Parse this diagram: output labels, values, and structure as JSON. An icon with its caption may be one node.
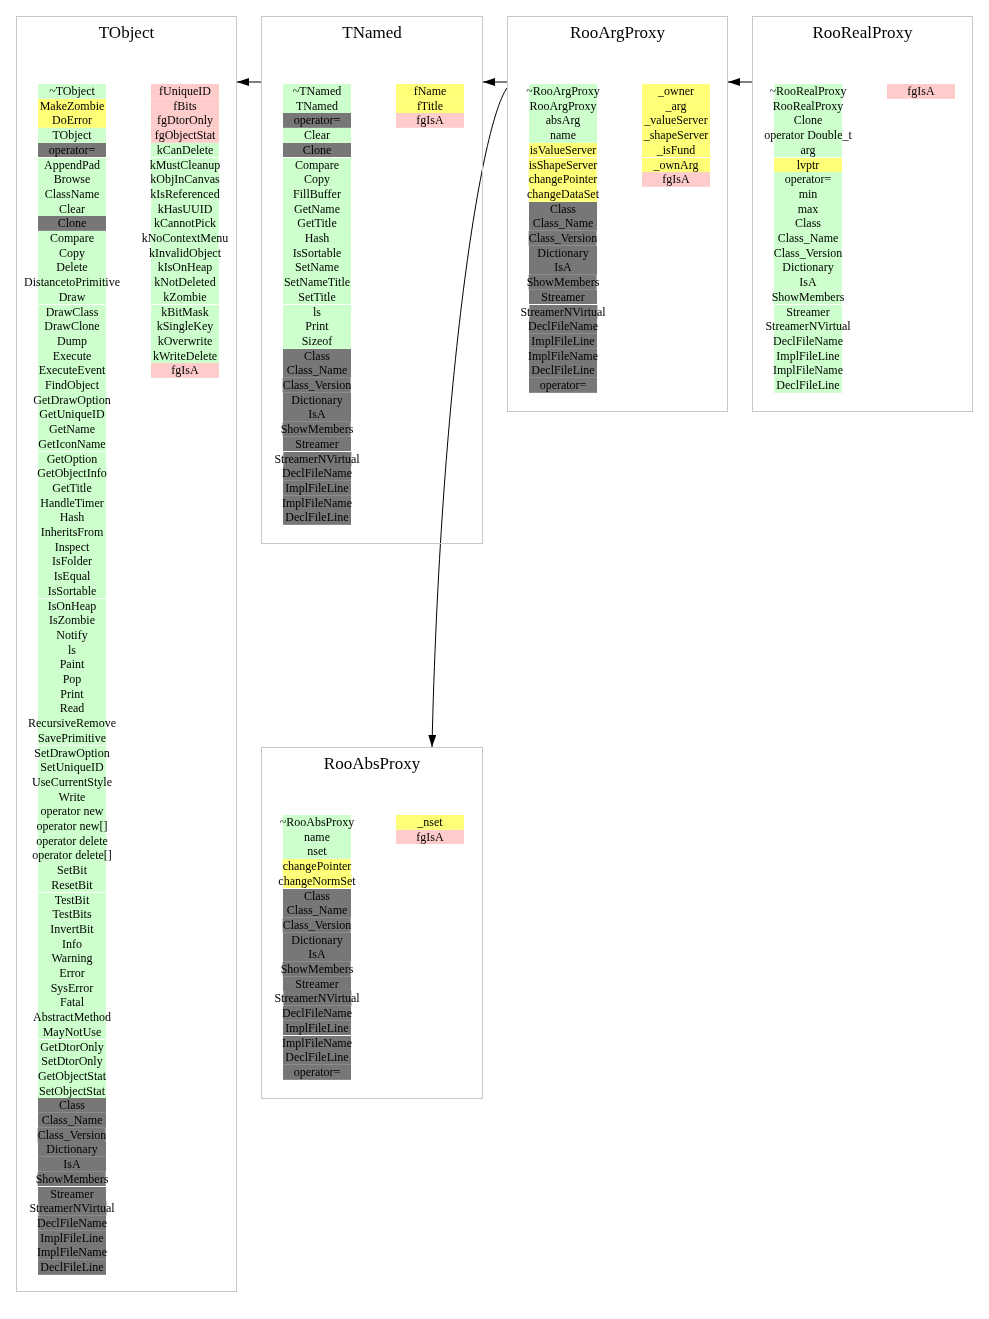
{
  "diagram": {
    "nodes": [
      {
        "text": [
          "TObject"
        ]
      },
      {
        "text": [
          "~TObject"
        ],
        "in": 0
      },
      {
        "text": [
          "MakeZombie"
        ],
        "in": 0
      },
      {
        "text": [
          "DoError"
        ],
        "in": 0
      },
      {
        "text": [
          "TObject"
        ],
        "in": 0
      },
      {
        "text": [
          "operator="
        ],
        "in": 0
      },
      {
        "text": [
          "AppendPad"
        ],
        "in": 0
      },
      {
        "text": [
          "Browse"
        ],
        "in": 0
      },
      {
        "text": [
          "ClassName"
        ],
        "in": 0
      },
      {
        "text": [
          "Clear"
        ],
        "in": 0
      },
      {
        "text": [
          "Clone"
        ],
        "in": 0
      },
      {
        "text": [
          "Compare"
        ],
        "in": 0
      },
      {
        "text": [
          "Copy"
        ],
        "in": 0
      },
      {
        "text": [
          "Delete"
        ],
        "in": 0
      },
      {
        "text": [
          "DistancetoPrimitive"
        ],
        "in": 0
      },
      {
        "text": [
          "Draw"
        ],
        "in": 0
      },
      {
        "text": [
          "DrawClass"
        ],
        "in": 0
      },
      {
        "text": [
          "DrawClone"
        ],
        "in": 0
      },
      {
        "text": [
          "Dump"
        ],
        "in": 0
      },
      {
        "text": [
          "Execute"
        ],
        "in": 0
      },
      {
        "text": [
          "ExecuteEvent"
        ],
        "in": 0
      },
      {
        "text": [
          "FindObject"
        ],
        "in": 0
      },
      {
        "text": [
          "GetDrawOption"
        ],
        "in": 0
      },
      {
        "text": [
          "GetUniqueID"
        ],
        "in": 0
      },
      {
        "text": [
          "GetName"
        ],
        "in": 0
      },
      {
        "text": [
          "GetIconName"
        ],
        "in": 0
      },
      {
        "text": [
          "GetOption"
        ],
        "in": 0
      },
      {
        "text": [
          "GetObjectInfo"
        ],
        "in": 0
      },
      {
        "text": [
          "GetTitle"
        ],
        "in": 0
      },
      {
        "text": [
          "HandleTimer"
        ],
        "in": 0
      },
      {
        "text": [
          "Hash"
        ],
        "in": 0
      },
      {
        "text": [
          "InheritsFrom"
        ],
        "in": 0
      },
      {
        "text": [
          "Inspect"
        ],
        "in": 0
      },
      {
        "text": [
          "IsFolder"
        ],
        "in": 0
      },
      {
        "text": [
          "IsEqual"
        ],
        "in": 0
      },
      {
        "text": [
          "IsSortable"
        ],
        "in": 0
      },
      {
        "text": [
          "IsOnHeap"
        ],
        "in": 0
      },
      {
        "text": [
          "IsZombie"
        ],
        "in": 0
      },
      {
        "text": [
          "Notify"
        ],
        "in": 0
      },
      {
        "text": [
          "ls"
        ],
        "in": 0
      },
      {
        "text": [
          "Paint"
        ],
        "in": 0
      },
      {
        "text": [
          "Pop"
        ],
        "in": 0
      },
      {
        "text": [
          "Print"
        ],
        "in": 0
      },
      {
        "text": [
          "Read"
        ],
        "in": 0
      },
      {
        "text": [
          "RecursiveRemove"
        ],
        "in": 0
      },
      {
        "text": [
          "SavePrimitive"
        ],
        "in": 0
      },
      {
        "text": [
          "SetDrawOption"
        ],
        "in": 0
      },
      {
        "text": [
          "SetUniqueID"
        ],
        "in": 0
      },
      {
        "text": [
          "UseCurrentStyle"
        ],
        "in": 0
      },
      {
        "text": [
          "Write"
        ],
        "in": 0
      },
      {
        "text": [
          "operator new"
        ],
        "in": 0
      },
      {
        "text": [
          "operator new[]"
        ],
        "in": 0
      },
      {
        "text": [
          "operator delete"
        ],
        "in": 0
      },
      {
        "text": [
          "operator delete[]"
        ],
        "in": 0
      },
      {
        "text": [
          "SetBit"
        ],
        "in": 0
      },
      {
        "text": [
          "ResetBit"
        ],
        "in": 0
      },
      {
        "text": [
          "TestBit"
        ],
        "in": 0
      },
      {
        "text": [
          "TestBits"
        ],
        "in": 0
      },
      {
        "text": [
          "InvertBit"
        ],
        "in": 0
      },
      {
        "text": [
          "Info"
        ],
        "in": 0
      },
      {
        "text": [
          "Warning"
        ],
        "in": 0
      },
      {
        "text": [
          "Error"
        ],
        "in": 0
      },
      {
        "text": [
          "SysError"
        ],
        "in": 0
      },
      {
        "text": [
          "Fatal"
        ],
        "in": 0
      },
      {
        "text": [
          "AbstractMethod"
        ],
        "in": 0
      },
      {
        "text": [
          "MayNotUse"
        ],
        "in": 0
      },
      {
        "text": [
          "GetDtorOnly"
        ],
        "in": 0
      },
      {
        "text": [
          "SetDtorOnly"
        ],
        "in": 0
      },
      {
        "text": [
          "GetObjectStat"
        ],
        "in": 0
      },
      {
        "text": [
          "SetObjectStat"
        ],
        "in": 0
      },
      {
        "text": [
          "Class"
        ],
        "in": 0
      },
      {
        "text": [
          "Class_Name"
        ],
        "in": 0
      },
      {
        "text": [
          "Class_Version"
        ],
        "in": 0
      },
      {
        "text": [
          "Dictionary"
        ],
        "in": 0
      },
      {
        "text": [
          "IsA"
        ],
        "in": 0
      },
      {
        "text": [
          "ShowMembers"
        ],
        "in": 0
      },
      {
        "text": [
          "Streamer"
        ],
        "in": 0
      },
      {
        "text": [
          "StreamerNVirtual"
        ],
        "in": 0
      },
      {
        "text": [
          "DeclFileName"
        ],
        "in": 0
      },
      {
        "text": [
          "ImplFileLine"
        ],
        "in": 0
      },
      {
        "text": [
          "ImplFileName"
        ],
        "in": 0
      },
      {
        "text": [
          "DeclFileLine"
        ],
        "in": 0
      },
      {
        "text": [
          "fUniqueID"
        ],
        "in": 0
      },
      {
        "text": [
          "fBits"
        ],
        "in": 0
      },
      {
        "text": [
          "fgDtorOnly"
        ],
        "in": 0
      },
      {
        "text": [
          "fgObjectStat"
        ],
        "in": 0
      },
      {
        "text": [
          "kCanDelete"
        ],
        "in": 0
      },
      {
        "text": [
          "kMustCleanup"
        ],
        "in": 0
      },
      {
        "text": [
          "kObjInCanvas"
        ],
        "in": 0
      },
      {
        "text": [
          "kIsReferenced"
        ],
        "in": 0
      },
      {
        "text": [
          "kHasUUID"
        ],
        "in": 0
      },
      {
        "text": [
          "kCannotPick"
        ],
        "in": 0
      },
      {
        "text": [
          "kNoContextMenu"
        ],
        "in": 0
      },
      {
        "text": [
          "kInvalidObject"
        ],
        "in": 0
      },
      {
        "text": [
          "kIsOnHeap"
        ],
        "in": 0
      },
      {
        "text": [
          "kNotDeleted"
        ],
        "in": 0
      },
      {
        "text": [
          "kZombie"
        ],
        "in": 0
      },
      {
        "text": [
          "kBitMask"
        ],
        "in": 0
      },
      {
        "text": [
          "kSingleKey"
        ],
        "in": 0
      },
      {
        "text": [
          "kOverwrite"
        ],
        "in": 0
      },
      {
        "text": [
          "kWriteDelete"
        ],
        "in": 0
      },
      {
        "text": [
          "fgIsA"
        ],
        "in": 0
      },
      {
        "text": [
          "TNamed"
        ]
      },
      {
        "text": [
          "~TNamed"
        ],
        "in": 102
      },
      {
        "text": [
          "TNamed"
        ],
        "in": 102
      },
      {
        "text": [
          "operator="
        ],
        "in": 102
      },
      {
        "text": [
          "Clear"
        ],
        "in": 102
      },
      {
        "text": [
          "Clone"
        ],
        "in": 102
      },
      {
        "text": [
          "Compare"
        ],
        "in": 102
      },
      {
        "text": [
          "Copy"
        ],
        "in": 102
      },
      {
        "text": [
          "FillBuffer"
        ],
        "in": 102
      },
      {
        "text": [
          "GetName"
        ],
        "in": 102
      },
      {
        "text": [
          "GetTitle"
        ],
        "in": 102
      },
      {
        "text": [
          "Hash"
        ],
        "in": 102
      },
      {
        "text": [
          "IsSortable"
        ],
        "in": 102
      },
      {
        "text": [
          "SetName"
        ],
        "in": 102
      },
      {
        "text": [
          "SetNameTitle"
        ],
        "in": 102
      },
      {
        "text": [
          "SetTitle"
        ],
        "in": 102
      },
      {
        "text": [
          "ls"
        ],
        "in": 102
      },
      {
        "text": [
          "Print"
        ],
        "in": 102
      },
      {
        "text": [
          "Sizeof"
        ],
        "in": 102
      },
      {
        "text": [
          "Class"
        ],
        "in": 102
      },
      {
        "text": [
          "Class_Name"
        ],
        "in": 102
      },
      {
        "text": [
          "Class_Version"
        ],
        "in": 102
      },
      {
        "text": [
          "Dictionary"
        ],
        "in": 102
      },
      {
        "text": [
          "IsA"
        ],
        "in": 102
      },
      {
        "text": [
          "ShowMembers"
        ],
        "in": 102
      },
      {
        "text": [
          "Streamer"
        ],
        "in": 102
      },
      {
        "text": [
          "StreamerNVirtual"
        ],
        "in": 102
      },
      {
        "text": [
          "DeclFileName"
        ],
        "in": 102
      },
      {
        "text": [
          "ImplFileLine"
        ],
        "in": 102
      },
      {
        "text": [
          "ImplFileName"
        ],
        "in": 102
      },
      {
        "text": [
          "DeclFileLine"
        ],
        "in": 102
      },
      {
        "text": [
          "fName"
        ],
        "in": 102
      },
      {
        "text": [
          "fTitle"
        ],
        "in": 102
      },
      {
        "text": [
          "fgIsA"
        ],
        "in": 102
      },
      {
        "text": [
          "RooArgProxy"
        ]
      },
      {
        "text": [
          "~RooArgProxy"
        ],
        "in": 136
      },
      {
        "text": [
          "RooArgProxy"
        ],
        "in": 136
      },
      {
        "text": [
          "absArg"
        ],
        "in": 136
      },
      {
        "text": [
          "name"
        ],
        "in": 136
      },
      {
        "text": [
          "isValueServer"
        ],
        "in": 136
      },
      {
        "text": [
          "isShapeServer"
        ],
        "in": 136
      },
      {
        "text": [
          "changePointer"
        ],
        "in": 136
      },
      {
        "text": [
          "changeDataSet"
        ],
        "in": 136
      },
      {
        "text": [
          "Class"
        ],
        "in": 136
      },
      {
        "text": [
          "Class_Name"
        ],
        "in": 136
      },
      {
        "text": [
          "Class_Version"
        ],
        "in": 136
      },
      {
        "text": [
          "Dictionary"
        ],
        "in": 136
      },
      {
        "text": [
          "IsA"
        ],
        "in": 136
      },
      {
        "text": [
          "ShowMembers"
        ],
        "in": 136
      },
      {
        "text": [
          "Streamer"
        ],
        "in": 136
      },
      {
        "text": [
          "StreamerNVirtual"
        ],
        "in": 136
      },
      {
        "text": [
          "DeclFileName"
        ],
        "in": 136
      },
      {
        "text": [
          "ImplFileLine"
        ],
        "in": 136
      },
      {
        "text": [
          "ImplFileName"
        ],
        "in": 136
      },
      {
        "text": [
          "DeclFileLine"
        ],
        "in": 136
      },
      {
        "text": [
          "operator="
        ],
        "in": 136
      },
      {
        "text": [
          "_owner"
        ],
        "in": 136
      },
      {
        "text": [
          "_arg"
        ],
        "in": 136
      },
      {
        "text": [
          "_valueServer"
        ],
        "in": 136
      },
      {
        "text": [
          "_shapeServer"
        ],
        "in": 136
      },
      {
        "text": [
          "_isFund"
        ],
        "in": 136
      },
      {
        "text": [
          "_ownArg"
        ],
        "in": 136
      },
      {
        "text": [
          "fgIsA"
        ],
        "in": 136
      },
      {
        "text": [
          "RooRealProxy"
        ]
      },
      {
        "text": [
          "~RooRealProxy"
        ],
        "in": 165
      },
      {
        "text": [
          "RooRealProxy"
        ],
        "in": 165
      },
      {
        "text": [
          "Clone"
        ],
        "in": 165
      },
      {
        "text": [
          "operator Double_t"
        ],
        "in": 165
      },
      {
        "text": [
          "arg"
        ],
        "in": 165
      },
      {
        "text": [
          "lvptr"
        ],
        "in": 165
      },
      {
        "text": [
          "operator="
        ],
        "in": 165
      },
      {
        "text": [
          "min"
        ],
        "in": 165
      },
      {
        "text": [
          "max"
        ],
        "in": 165
      },
      {
        "text": [
          "Class"
        ],
        "in": 165
      },
      {
        "text": [
          "Class_Name"
        ],
        "in": 165
      },
      {
        "text": [
          "Class_Version"
        ],
        "in": 165
      },
      {
        "text": [
          "Dictionary"
        ],
        "in": 165
      },
      {
        "text": [
          "IsA"
        ],
        "in": 165
      },
      {
        "text": [
          "ShowMembers"
        ],
        "in": 165
      },
      {
        "text": [
          "Streamer"
        ],
        "in": 165
      },
      {
        "text": [
          "StreamerNVirtual"
        ],
        "in": 165
      },
      {
        "text": [
          "DeclFileName"
        ],
        "in": 165
      },
      {
        "text": [
          "ImplFileLine"
        ],
        "in": 165
      },
      {
        "text": [
          "ImplFileName"
        ],
        "in": 165
      },
      {
        "text": [
          "DeclFileLine"
        ],
        "in": 165
      },
      {
        "text": [
          "fgIsA"
        ],
        "in": 165
      },
      {
        "text": [
          "RooAbsProxy"
        ]
      },
      {
        "text": [
          "~RooAbsProxy"
        ],
        "in": 188
      },
      {
        "text": [
          "name"
        ],
        "in": 188
      },
      {
        "text": [
          "nset"
        ],
        "in": 188
      },
      {
        "text": [
          "changePointer"
        ],
        "in": 188
      },
      {
        "text": [
          "changeNormSet"
        ],
        "in": 188
      },
      {
        "text": [
          "Class"
        ],
        "in": 188
      },
      {
        "text": [
          "Class_Name"
        ],
        "in": 188
      },
      {
        "text": [
          "Class_Version"
        ],
        "in": 188
      },
      {
        "text": [
          "Dictionary"
        ],
        "in": 188
      },
      {
        "text": [
          "IsA"
        ],
        "in": 188
      },
      {
        "text": [
          "ShowMembers"
        ],
        "in": 188
      },
      {
        "text": [
          "Streamer"
        ],
        "in": 188
      },
      {
        "text": [
          "StreamerNVirtual"
        ],
        "in": 188
      },
      {
        "text": [
          "DeclFileName"
        ],
        "in": 188
      },
      {
        "text": [
          "ImplFileLine"
        ],
        "in": 188
      },
      {
        "text": [
          "ImplFileName"
        ],
        "in": 188
      },
      {
        "text": [
          "DeclFileLine"
        ],
        "in": 188
      },
      {
        "text": [
          "operator="
        ],
        "in": 188
      },
      {
        "text": [
          "_nset"
        ],
        "in": 188
      },
      {
        "text": [
          "fgIsA"
        ],
        "in": 188
      }
    ],
    "edges": [
      {
        "from": 102,
        "to": 0,
        "arrow": "to"
      },
      {
        "from": 136,
        "to": 102,
        "arrow": "to"
      },
      {
        "from": 165,
        "to": 136,
        "arrow": "to"
      },
      {
        "from": 136,
        "to": 188,
        "arrow": "to"
      }
    ]
  }
}
